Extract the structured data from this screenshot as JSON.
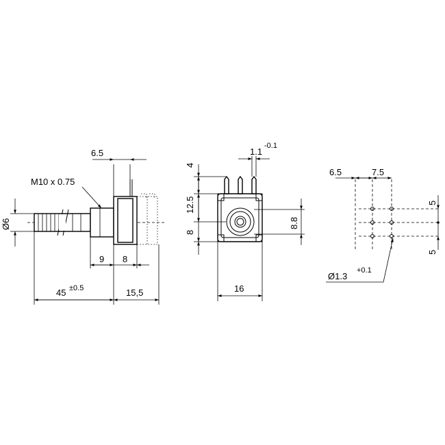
{
  "side_view": {
    "thread_label": "M10 x 0.75",
    "dim_bushing_offset": "6.5",
    "dim_shaft_dia": "Ø6",
    "dim_bushing_len": "9",
    "dim_body_len": "8",
    "dim_shaft_len": "45",
    "dim_shaft_len_tol": "±0.5",
    "dim_rear_len": "15,5"
  },
  "front_view": {
    "dim_pin_width": "1.1",
    "dim_pin_width_tol": "-0.1",
    "dim_pin_height": "4",
    "dim_upper": "12.5",
    "dim_lower": "8",
    "dim_hub": "8.8",
    "dim_width": "16"
  },
  "footprint": {
    "dim_col_offset": "6.5",
    "dim_col_pitch": "7.5",
    "dim_row_pitch_top": "5",
    "dim_row_pitch_bottom": "5",
    "dim_hole": "Ø1.3",
    "dim_hole_tol": "+0.1"
  }
}
